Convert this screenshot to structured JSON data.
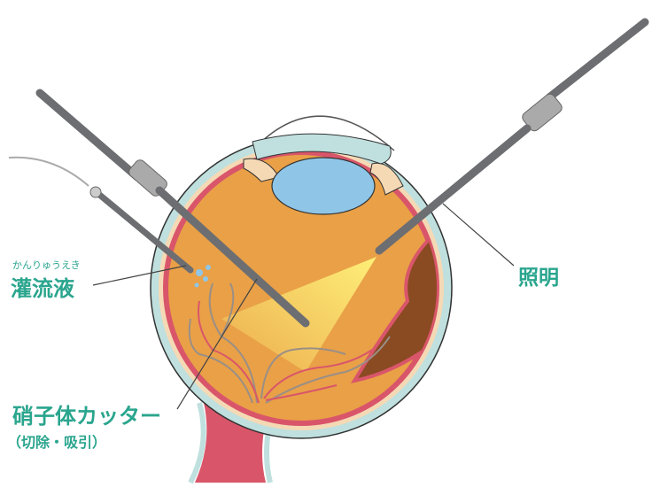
{
  "labels": {
    "irrigation_ruby": "かんりゅうえき",
    "irrigation": "灌流液",
    "illumination": "照明",
    "cutter": "硝子体カッター",
    "cutter_sub": "（切除・吸引）"
  },
  "colors": {
    "label_text": "#2aa58e",
    "vitreous": "#e9a047",
    "retina": "#d9566a",
    "sclera_ring": "#bfe0de",
    "lens": "#8fc6e8",
    "light_beam": "#fff27a",
    "instrument": "#6d6e71",
    "detached_retina_bg": "#8a4a22"
  },
  "icons": [
    "eye-cross-section",
    "vitrectomy-cutter",
    "light-pipe",
    "infusion-cannula"
  ]
}
